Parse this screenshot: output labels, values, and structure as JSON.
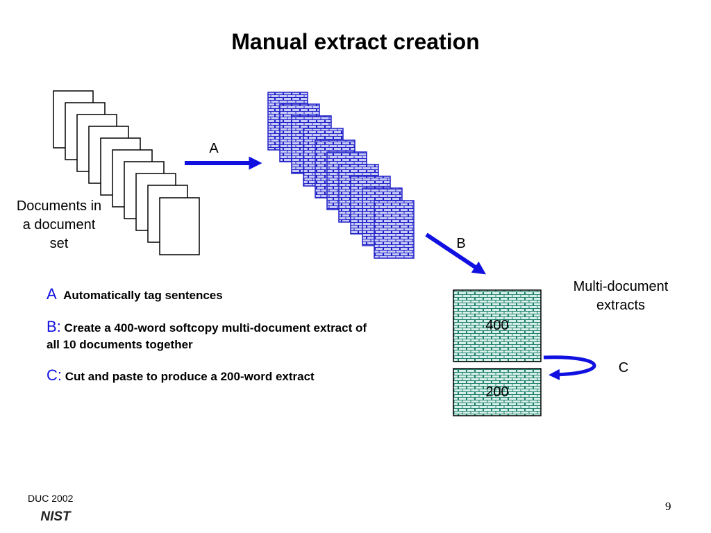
{
  "title": "Manual extract creation",
  "labels": {
    "documents": [
      "Documents in",
      "a document",
      "set"
    ],
    "arrow_a": "A",
    "arrow_b": "B",
    "arrow_c": "C",
    "multi_doc": [
      "Multi-document",
      "extracts"
    ],
    "box_400": "400",
    "box_200": "200"
  },
  "steps": [
    {
      "letter": "A",
      "text": "Automatically tag sentences"
    },
    {
      "letter": "B",
      "text": "Create a 400-word softcopy multi-document extract of",
      "text2": "all 10 documents together"
    },
    {
      "letter": "C",
      "text": "Cut and paste to produce a 200-word extract"
    }
  ],
  "footer": {
    "label": "DUC 2002",
    "logo": "NIST",
    "page": "9"
  },
  "colors": {
    "accent": "#1010e0",
    "doc_fill": "#ffffff",
    "tagged_fill": "#c8ccf4",
    "tagged_brick": "#2020c8",
    "extract_fill": "#d8f0e8",
    "extract_brick": "#208070"
  }
}
